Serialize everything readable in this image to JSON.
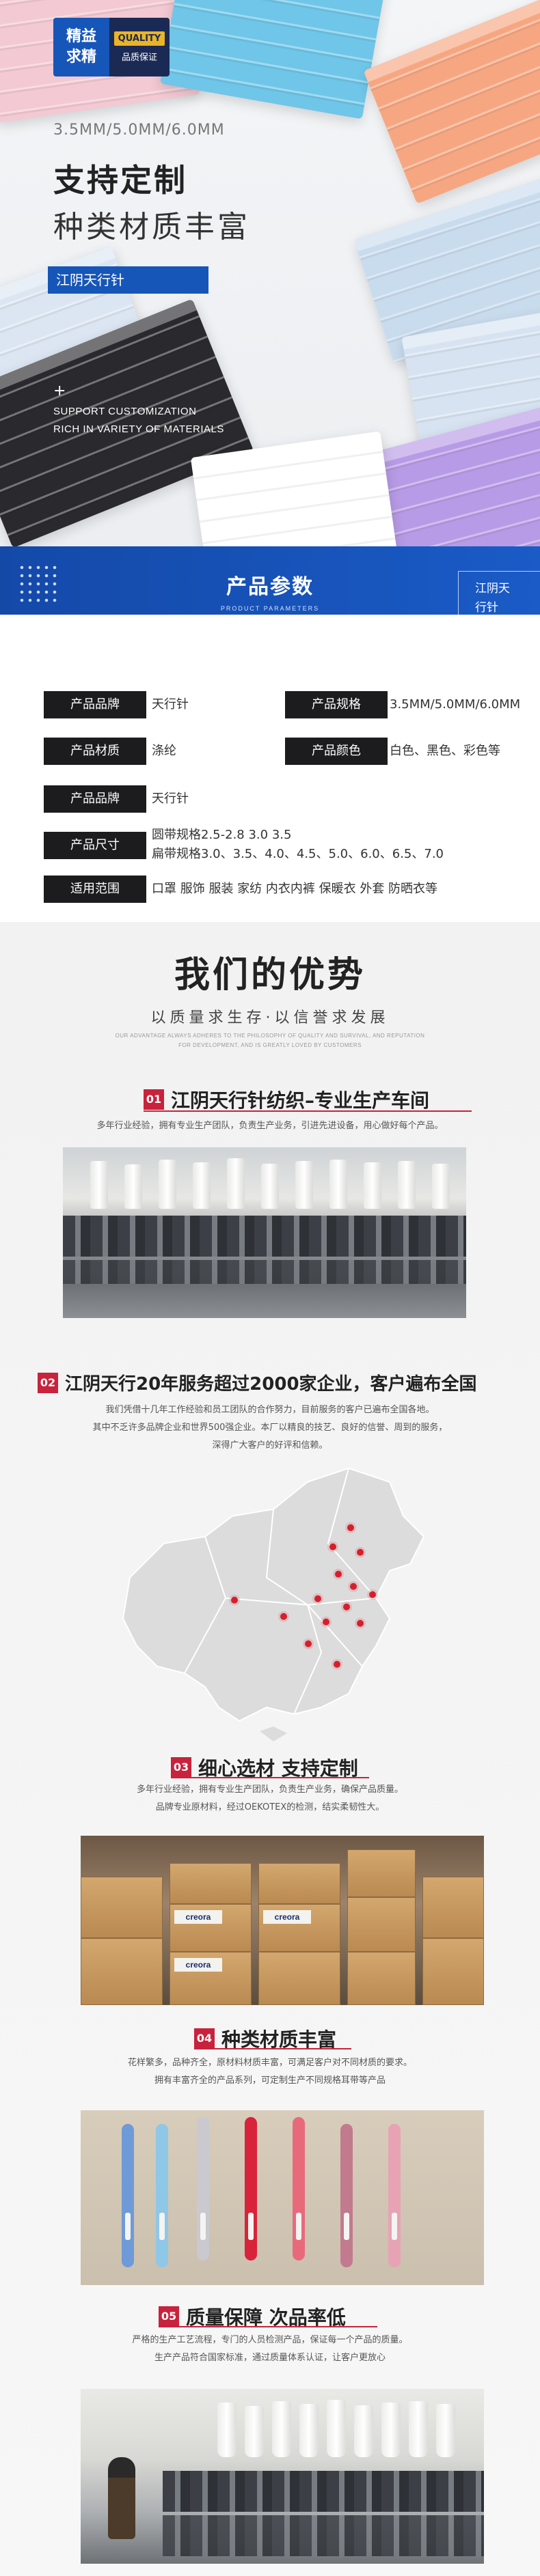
{
  "hero": {
    "badge_left_line1": "精益",
    "badge_left_line2": "求精",
    "badge_quality": "QUALITY",
    "badge_sub": "品质保证",
    "spec": "3.5MM/5.0MM/6.0MM",
    "title_line1": "支持定制",
    "title_line2": "种类材质丰富",
    "brand_bar": "江阴天行针",
    "plus": "+",
    "en_line1": "SUPPORT CUSTOMIZATION",
    "en_line2": "RICH IN VARIETY OF MATERIALS",
    "mask_colors": [
      "#f3c9d3",
      "#6fc6e8",
      "#f6a782",
      "#c9dcee",
      "#b89be6",
      "#2a2a2e",
      "#ffffff"
    ]
  },
  "params_header": {
    "title": "产品参数",
    "subtitle_en": "PRODUCT PARAMETERS",
    "corner_brand": "江阴天行针",
    "accent": "#1656b8"
  },
  "params": {
    "rows": [
      {
        "label": "产品品牌",
        "value": "天行针"
      },
      {
        "label": "产品规格",
        "value": "3.5MM/5.0MM/6.0MM"
      },
      {
        "label": "产品材质",
        "value": "涤纶"
      },
      {
        "label": "产品颜色",
        "value": "白色、黑色、彩色等"
      },
      {
        "label": "产品品牌",
        "value": "天行针"
      },
      {
        "label": "产品尺寸",
        "value_line1": "圆带规格2.5-2.8   3.0   3.5",
        "value_line2": "扁带规格3.0、3.5、4.0、4.5、5.0、6.0、6.5、7.0"
      },
      {
        "label": "适用范围",
        "value": "口罩 服饰 服装 家纺 内衣内裤 保暖衣 外套 防晒衣等"
      }
    ]
  },
  "advantages": {
    "title": "我们的优势",
    "subtitle": "以质量求生存·以信誉求发展",
    "en_line1": "OUR ADVANTAGE ALWAYS ADHERES TO THE PHILOSOPHY OF QUALITY AND SURVIVAL, AND REPUTATION",
    "en_line2": "FOR DEVELOPMENT, AND IS GREATLY LOVED BY CUSTOMERS",
    "sections": [
      {
        "num": "01",
        "title": "江阴天行针纺织–专业生产车间",
        "text_line1": "多年行业经验，拥有专业生产团队，负责生产业务，引进先进设备，用心做好每个产品。"
      },
      {
        "num": "02",
        "title": "江阴天行20年服务超过2000家企业，客户遍布全国",
        "text_line1": "我们凭借十几年工作经验和员工团队的合作努力，目前服务的客户已遍布全国各地。",
        "text_line2": "其中不乏许多品牌企业和世界500强企业。本厂以精良的技艺、良好的信誉、周到的服务，",
        "text_line3": "深得广大客户的好评和信赖。"
      },
      {
        "num": "03",
        "title": "细心选材 支持定制",
        "text_line1": "多年行业经验，拥有专业生产团队，负责生产业务，确保产品质量。",
        "text_line2": "品牌专业原材料，经过OEKOTEX的检测，结实柔韧性大。",
        "box_label": "creora"
      },
      {
        "num": "04",
        "title": "种类材质丰富",
        "text_line1": "花样繁多，品种齐全，原材料材质丰富，可满足客户对不同材质的要求。",
        "text_line2": "拥有丰富齐全的产品系列，可定制生产不同规格耳带等产品"
      },
      {
        "num": "05",
        "title": "质量保障  次品率低",
        "text_line1": "严格的生产工艺流程，专门的人员检测产品，保证每一个产品的质量。",
        "text_line2": "生产产品符合国家标准，通过质量体系认证，让客户更放心"
      }
    ],
    "accent": "#c8223c",
    "rope_colors": [
      "#6f9ad8",
      "#8fc7e6",
      "#c9c9cf",
      "#d8233b",
      "#e86a7a",
      "#c27a8e",
      "#e7a3b5"
    ]
  }
}
